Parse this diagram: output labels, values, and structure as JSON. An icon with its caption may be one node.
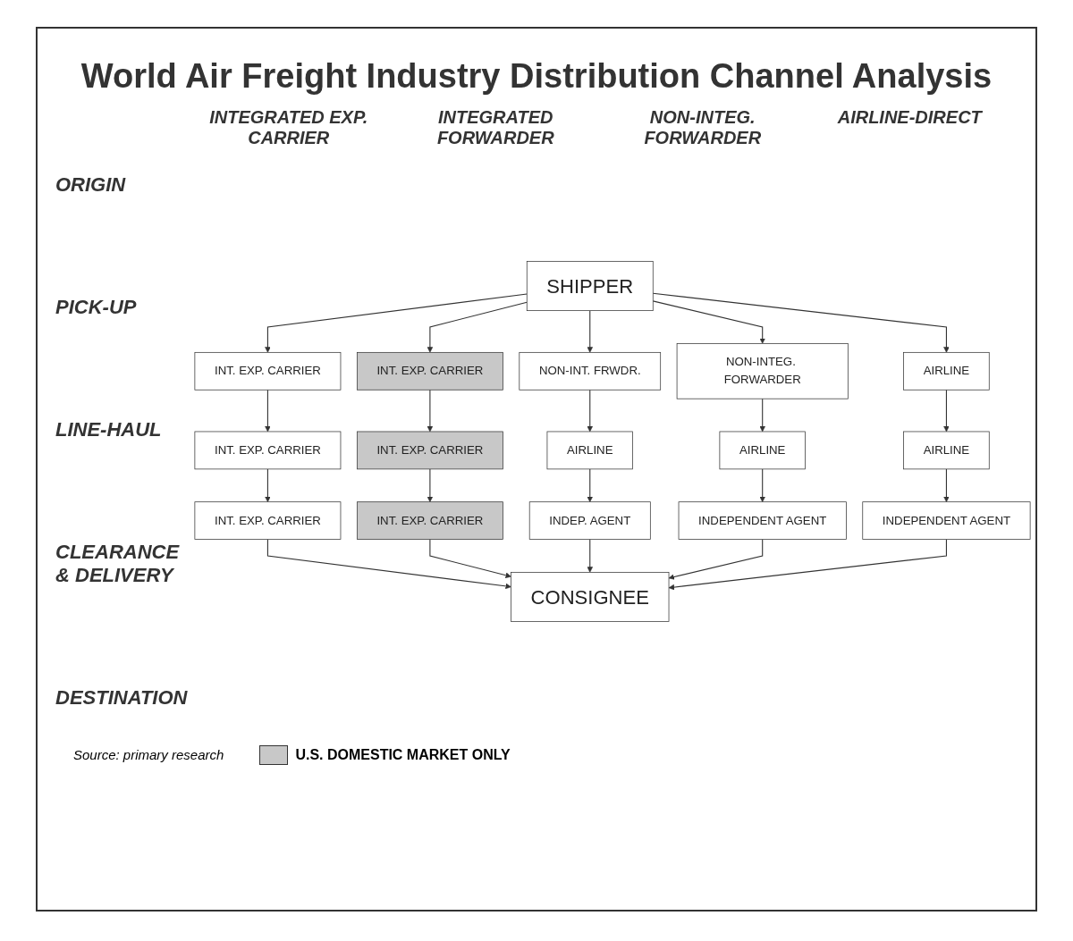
{
  "diagram": {
    "title": "World Air Freight Industry Distribution Channel Analysis",
    "nodes": [
      {
        "text": [
          "SHIPPER"
        ]
      },
      {
        "text": [
          "INT. EXP. CARRIER"
        ]
      },
      {
        "text": [
          "INT. EXP. CARRIER"
        ]
      },
      {
        "text": [
          "NON-INT. FRWDR."
        ]
      },
      {
        "text": [
          "NON-INTEG. FORWARDER"
        ]
      },
      {
        "text": [
          "AIRLINE"
        ]
      },
      {
        "text": [
          "INT. EXP. CARRIER"
        ]
      },
      {
        "text": [
          "INT. EXP. CARRIER"
        ]
      },
      {
        "text": [
          "AIRLINE"
        ]
      },
      {
        "text": [
          "AIRLINE"
        ]
      },
      {
        "text": [
          "AIRLINE"
        ]
      },
      {
        "text": [
          "INT. EXP. CARRIER"
        ]
      },
      {
        "text": [
          "INT. EXP. CARRIER"
        ]
      },
      {
        "text": [
          "INDEP. AGENT"
        ]
      },
      {
        "text": [
          "INDEPENDENT AGENT"
        ]
      },
      {
        "text": [
          "INDEPENDENT AGENT"
        ]
      },
      {
        "text": [
          "CONSIGNEE"
        ]
      }
    ],
    "edges": [
      {
        "from": 0,
        "to": 1,
        "arrow": "to"
      },
      {
        "from": 0,
        "to": 2,
        "arrow": "to"
      },
      {
        "from": 0,
        "to": 3,
        "arrow": "to"
      },
      {
        "from": 0,
        "to": 4,
        "arrow": "to"
      },
      {
        "from": 0,
        "to": 5,
        "arrow": "to"
      },
      {
        "from": 1,
        "to": 6,
        "arrow": "to"
      },
      {
        "from": 2,
        "to": 7,
        "arrow": "to"
      },
      {
        "from": 3,
        "to": 8,
        "arrow": "to"
      },
      {
        "from": 4,
        "to": 9,
        "arrow": "to"
      },
      {
        "from": 5,
        "to": 10,
        "arrow": "to"
      },
      {
        "from": 6,
        "to": 11,
        "arrow": "to"
      },
      {
        "from": 7,
        "to": 12,
        "arrow": "to"
      },
      {
        "from": 8,
        "to": 13,
        "arrow": "to"
      },
      {
        "from": 9,
        "to": 14,
        "arrow": "to"
      },
      {
        "from": 10,
        "to": 15,
        "arrow": "to"
      },
      {
        "from": 11,
        "to": 16,
        "arrow": "to"
      },
      {
        "from": 12,
        "to": 16,
        "arrow": "to"
      },
      {
        "from": 13,
        "to": 16,
        "arrow": "to"
      },
      {
        "from": 14,
        "to": 16,
        "arrow": "to"
      },
      {
        "from": 15,
        "to": 16,
        "arrow": "to"
      }
    ],
    "labels": [
      "INTEGRATED EXP. CARRIER",
      "INTEGRATED FORWARDER",
      "NON-INTEG. FORWARDER",
      "AIRLINE-DIRECT",
      "ORIGIN",
      "PICK-UP",
      "LINE-HAUL",
      "CLEARANCE & DELIVERY",
      "DESTINATION",
      "Source: primary research"
    ],
    "legend": [
      {
        "text": "U.S. DOMESTIC MARKET ONLY",
        "color": "#c8c8c8"
      }
    ]
  }
}
